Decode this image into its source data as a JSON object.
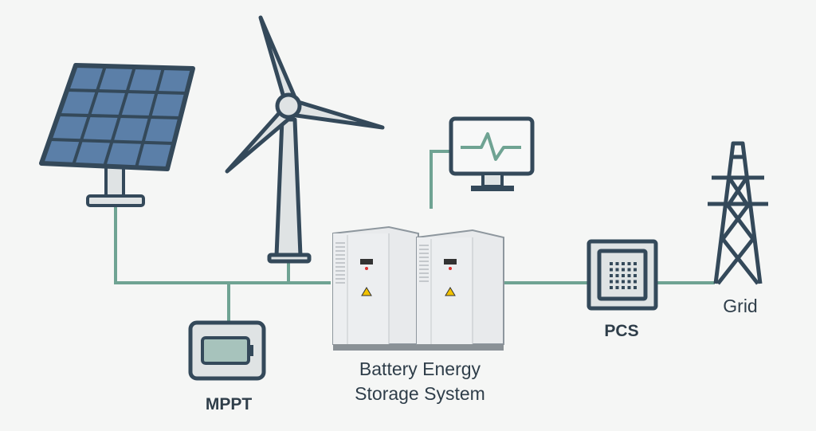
{
  "labels": {
    "mppt": "MPPT",
    "pcs": "PCS",
    "grid": "Grid",
    "bess_line1": "Battery Energy",
    "bess_line2": "Storage System"
  },
  "colors": {
    "line": "#6fa393",
    "dark": "#34495a",
    "panel": "#5b7fa8",
    "fill_light": "#dfe3e4",
    "cabinet": "#e6e8ea",
    "background": "#f5f6f5"
  }
}
